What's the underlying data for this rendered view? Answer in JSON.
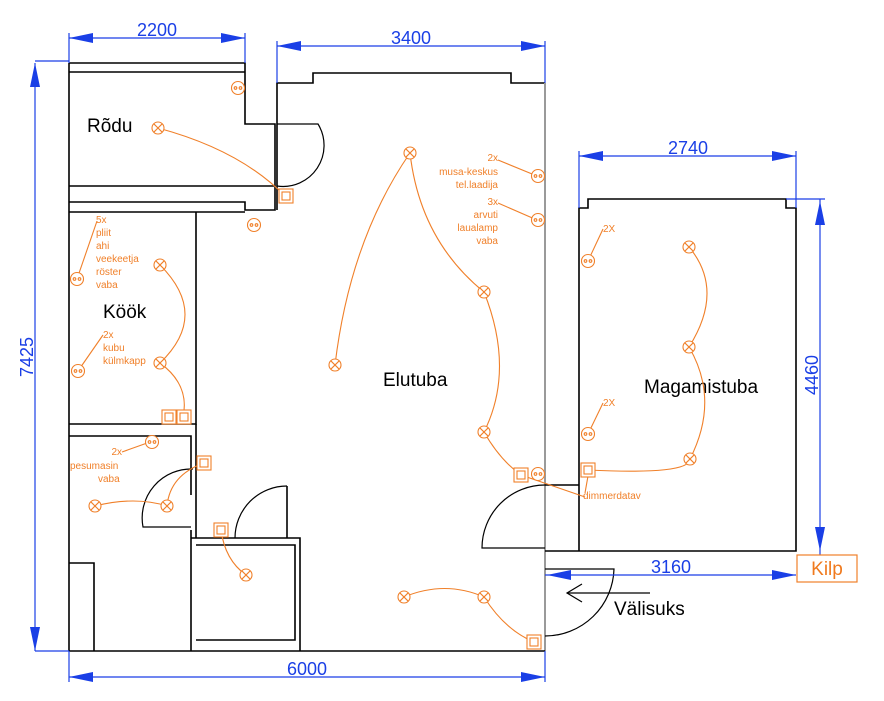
{
  "dimensions": {
    "top_left": "2200",
    "top_middle": "3400",
    "bedroom_width": "2740",
    "left_height": "7425",
    "bedroom_height": "4460",
    "bottom_total": "6000",
    "entry_to_kilp": "3160"
  },
  "rooms": {
    "balcony": "Rõdu",
    "kitchen": "Köök",
    "living": "Elutuba",
    "bedroom": "Magamistuba",
    "entrance": "Välisuks"
  },
  "panel": {
    "label": "Kilp"
  },
  "notes": {
    "living_sockets1": [
      "2x",
      "musa-keskus",
      "tel.laadija"
    ],
    "living_sockets2": [
      "3x",
      "arvuti",
      "laualamp",
      "vaba"
    ],
    "kitchen_sockets1": [
      "5x",
      "pliit",
      "ahi",
      "veekeetja",
      "röster",
      "vaba"
    ],
    "kitchen_sockets2": [
      "2x",
      "kubu",
      "külmkapp"
    ],
    "bath_sockets": [
      "2x",
      "pesumasin",
      "vaba"
    ],
    "bedroom_sockets1": "2X",
    "bedroom_sockets2": "2X",
    "dimmer": "dimmerdatav"
  },
  "colors": {
    "walls": "#000000",
    "dimensions": "#1a3fe6",
    "electrical": "#f0802a"
  }
}
